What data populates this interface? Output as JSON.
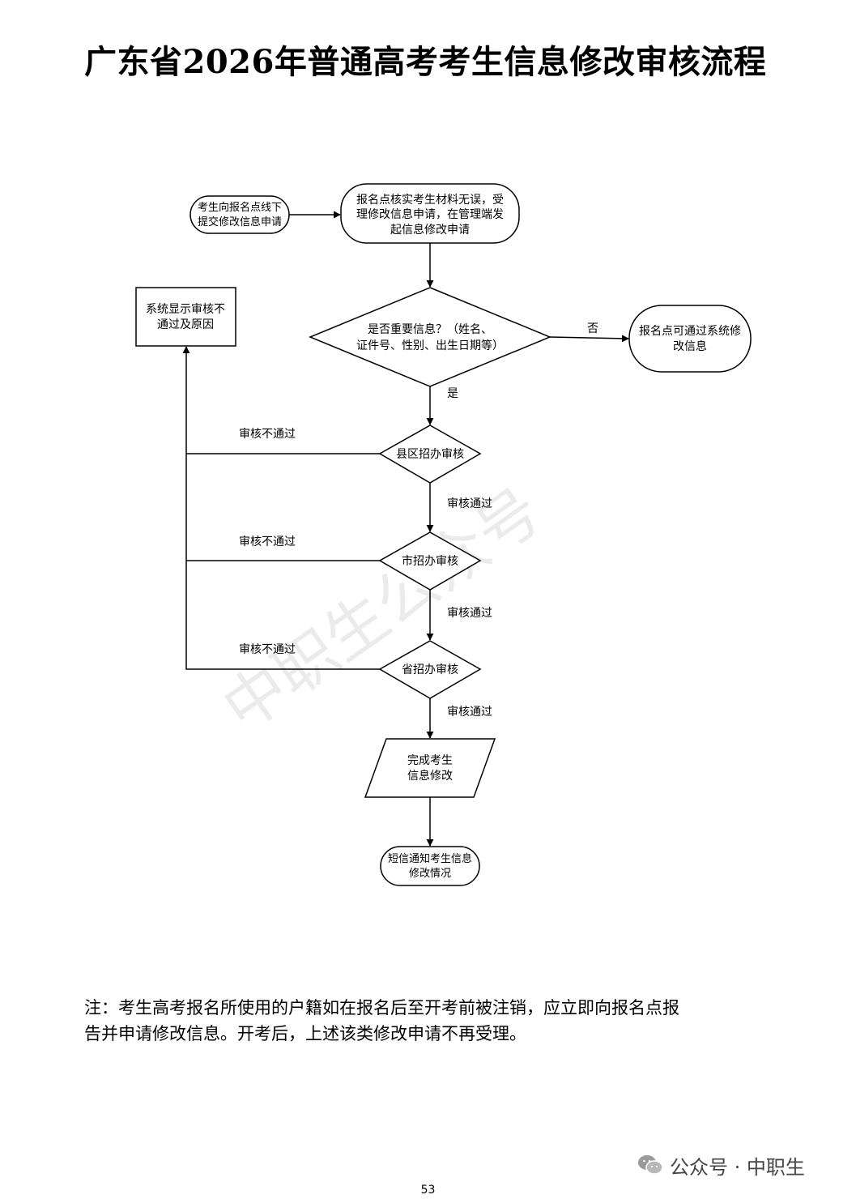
{
  "page": {
    "title": "广东省2026年普通高考考生信息修改审核流程",
    "page_number": "53"
  },
  "flowchart": {
    "nodes": {
      "submit": [
        "考生向报名点线下",
        "提交修改信息申请"
      ],
      "verify": [
        "报名点核实考生材料无误，受",
        "理修改信息申请，在管理端发",
        "起信息修改申请"
      ],
      "decision": [
        "是否重要信息？（姓名、",
        "证件号、性别、出生日期等）"
      ],
      "modify_self": [
        "报名点可通过系统修",
        "改信息"
      ],
      "reject_display": [
        "系统显示审核不",
        "通过及原因"
      ],
      "county": "县区招办审核",
      "city": "市招办审核",
      "province": "省招办审核",
      "complete": [
        "完成考生",
        "信息修改"
      ],
      "sms": [
        "短信通知考生信息",
        "修改情况"
      ]
    },
    "edge_labels": {
      "no": "否",
      "yes": "是",
      "fail_county": "审核不通过",
      "fail_city": "审核不通过",
      "fail_province": "审核不通过",
      "pass_county": "审核通过",
      "pass_city": "审核通过",
      "pass_province": "审核通过"
    }
  },
  "note": {
    "line1": "注：考生高考报名所使用的户籍如在报名后至开考前被注销，应立即向报名点报",
    "line2": "告并申请修改信息。开考后，上述该类修改申请不再受理。"
  },
  "watermark": {
    "text": "中职生公众号"
  },
  "wechat": {
    "icon": "wechat-icon",
    "label": "公众号 · 中职生"
  }
}
